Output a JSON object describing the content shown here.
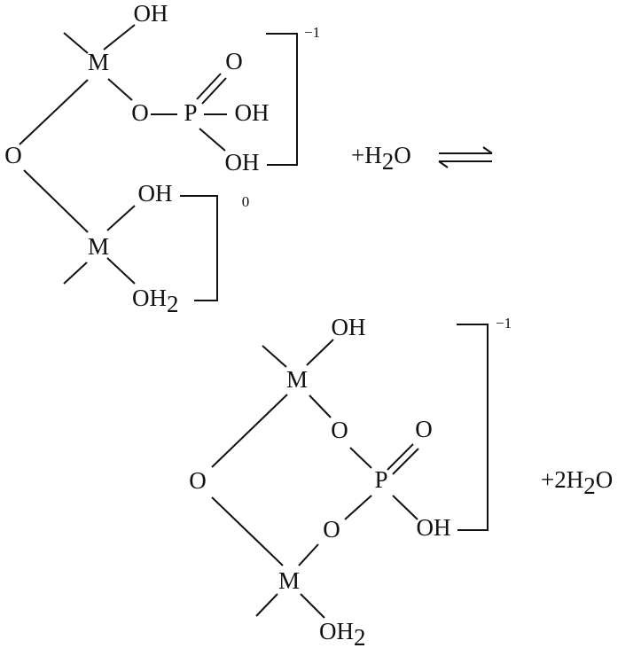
{
  "top_structure": {
    "m_upper": "M",
    "m_lower": "M",
    "bridge_o": "O",
    "oh_upper_m": "OH",
    "ester_o": "O",
    "p_atom": "P",
    "p_double_o": "O",
    "p_oh_right": "OH",
    "p_oh_lower": "OH",
    "oh_lower_m": "OH",
    "oh2_lower_m": "OH",
    "oh2_subscript": "2",
    "charge_upper": "−1",
    "charge_lower": "0"
  },
  "equation": {
    "reactant_water_prefix": "+H",
    "reactant_water_sub": "2",
    "reactant_water_suffix": "O",
    "arrow": "⇌",
    "product_water_prefix": "+2H",
    "product_water_sub": "2",
    "product_water_suffix": "O"
  },
  "bottom_structure": {
    "m_upper": "M",
    "m_lower": "M",
    "bridge_o": "O",
    "oh_upper_m": "OH",
    "ester_o_upper": "O",
    "ester_o_lower": "O",
    "p_atom": "P",
    "p_double_o": "O",
    "p_oh": "OH",
    "oh2_lower_m": "OH",
    "oh2_subscript": "2",
    "charge": "−1"
  }
}
